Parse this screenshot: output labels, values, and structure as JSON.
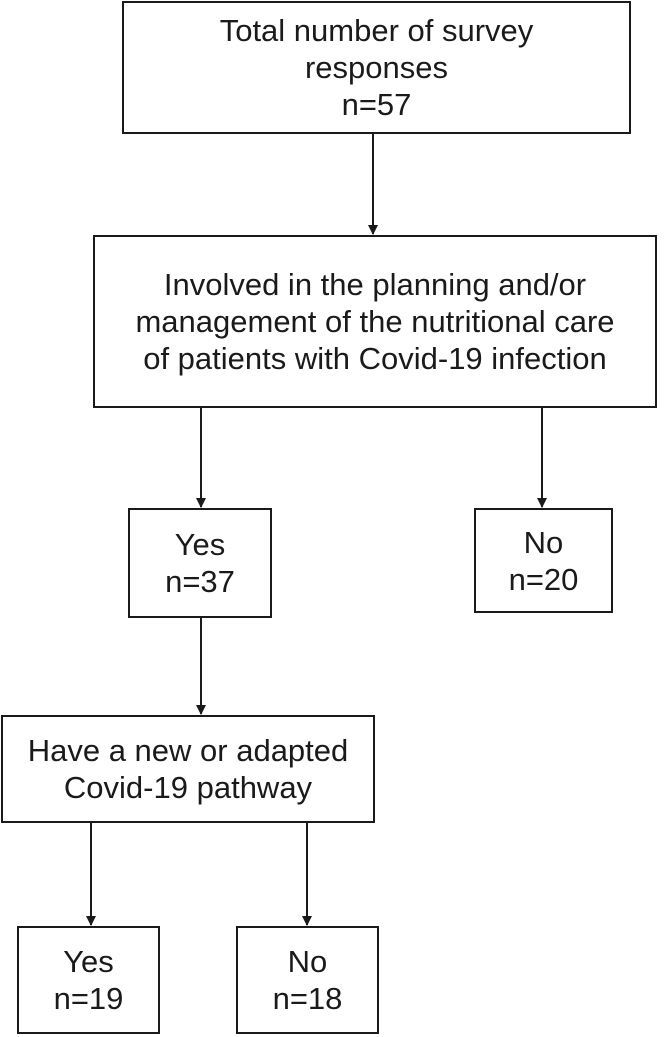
{
  "flowchart": {
    "total": {
      "line1": "Total number of survey",
      "line2": "responses",
      "count": "n=57"
    },
    "involved": {
      "line1": "Involved in the planning and/or",
      "line2": "management of the nutritional care",
      "line3": "of patients with Covid-19 infection"
    },
    "involved_yes": {
      "label": "Yes",
      "count": "n=37"
    },
    "involved_no": {
      "label": "No",
      "count": "n=20"
    },
    "pathway": {
      "line1": "Have a new or adapted",
      "line2": "Covid-19 pathway"
    },
    "pathway_yes": {
      "label": "Yes",
      "count": "n=19"
    },
    "pathway_no": {
      "label": "No",
      "count": "n=18"
    }
  }
}
